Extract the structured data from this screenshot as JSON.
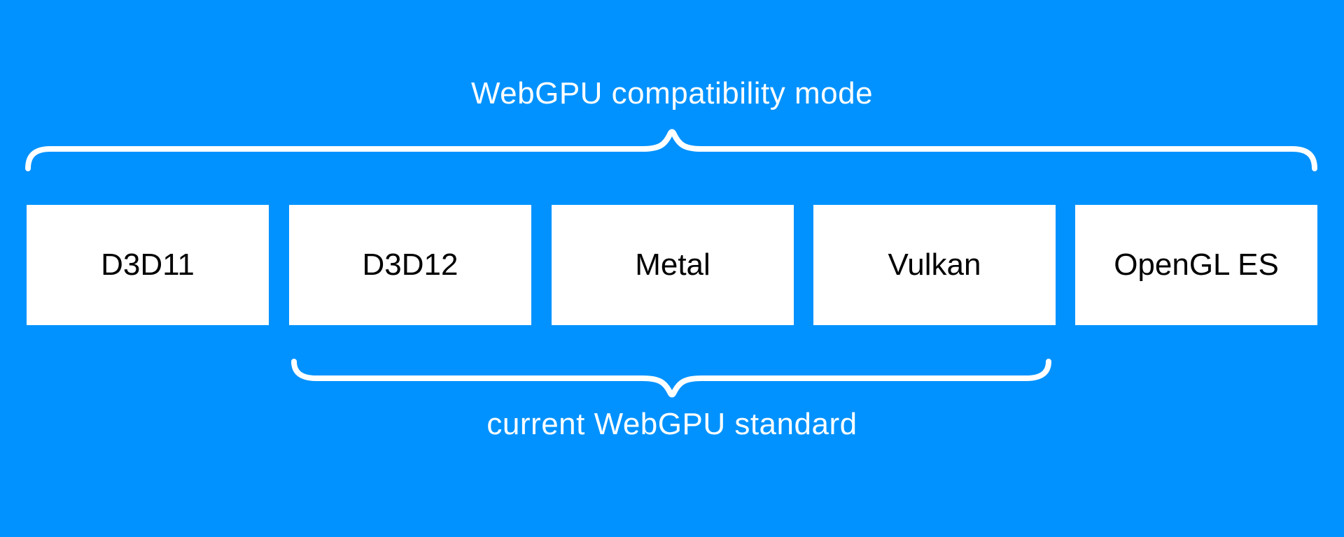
{
  "diagram": {
    "background_color": "#0192ff",
    "box_fill_color": "#ffffff",
    "box_text_color": "#000000",
    "brace_color": "#ffffff",
    "top_group": {
      "label": "WebGPU compatibility mode",
      "members": [
        "D3D11",
        "D3D12",
        "Metal",
        "Vulkan",
        "OpenGL ES"
      ]
    },
    "bottom_group": {
      "label": "current WebGPU standard",
      "members": [
        "D3D12",
        "Metal",
        "Vulkan"
      ]
    },
    "backends": [
      {
        "label": "D3D11"
      },
      {
        "label": "D3D12"
      },
      {
        "label": "Metal"
      },
      {
        "label": "Vulkan"
      },
      {
        "label": "OpenGL ES"
      }
    ]
  }
}
